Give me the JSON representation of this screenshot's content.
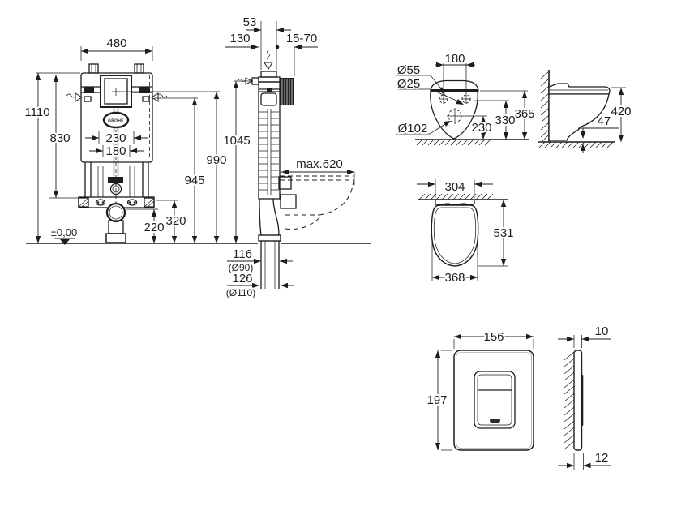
{
  "page": {
    "background": "#ffffff",
    "line_color": "#1d1d1d"
  },
  "front_view": {
    "width": "480",
    "height_total": "1110",
    "height_upper": "830",
    "rod_spacing_outer": "230",
    "rod_spacing_inner": "180",
    "flush_center_height": "990",
    "supply_height": "945",
    "bracket_height": "320",
    "drain_height": "220",
    "floor_level": "±0,00",
    "logo": "GROHE"
  },
  "side_view": {
    "flush_depth": "53",
    "frame_depth": "130",
    "finish_range": "15-70",
    "height_total": "1045",
    "bowl_depth": "max.620",
    "drain_offset_small": "116",
    "drain_dia_small": "(Ø90)",
    "drain_offset_large": "126",
    "drain_dia_large": "(Ø110)"
  },
  "bowl_rear_view": {
    "hole_spacing": "180",
    "dia_seat_hole": "Ø55",
    "dia_fix_hole": "Ø25",
    "dia_outlet": "Ø102",
    "seat_height": "365",
    "hole_height": "330",
    "outlet_height": "230"
  },
  "bowl_side_view": {
    "seat_height": "420",
    "clearance": "47"
  },
  "bowl_top_view": {
    "rear_width": "304",
    "depth": "531",
    "max_width": "368"
  },
  "plate_front_view": {
    "width": "156",
    "height": "197"
  },
  "plate_side_view": {
    "offset_top": "10",
    "offset_bottom": "12"
  }
}
